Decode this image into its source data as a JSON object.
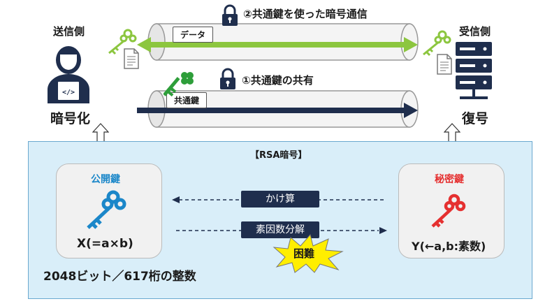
{
  "sender": {
    "label": "送信側",
    "action": "暗号化"
  },
  "receiver": {
    "label": "受信側",
    "action": "復号"
  },
  "top_channel": {
    "caption": "②共通鍵を使った暗号通信",
    "tag": "データ"
  },
  "bottom_channel": {
    "caption": "①共通鍵の共有",
    "tag": "共通鍵"
  },
  "rsa": {
    "title": "【RSA暗号】",
    "public_key": {
      "title": "公開鍵",
      "formula": "X(=a×b)"
    },
    "private_key": {
      "title": "秘密鍵",
      "formula": "Y(←a,b:素数)"
    },
    "op_multiply": "かけ算",
    "op_factor": "素因数分解",
    "difficulty": "困難",
    "footnote": "2048ビット／617桁の整数"
  },
  "colors": {
    "navy": "#1f2e4d",
    "green_arrow": "#8cc63f",
    "key_green": "#2e9e3a",
    "key_blue": "#1b87c9",
    "key_red": "#e53030",
    "panel_bg": "#d9eef9",
    "burst": "#ffee00"
  },
  "icons": [
    "person-laptop-icon",
    "server-icon",
    "key-icon",
    "lock-icon",
    "document-icon"
  ]
}
